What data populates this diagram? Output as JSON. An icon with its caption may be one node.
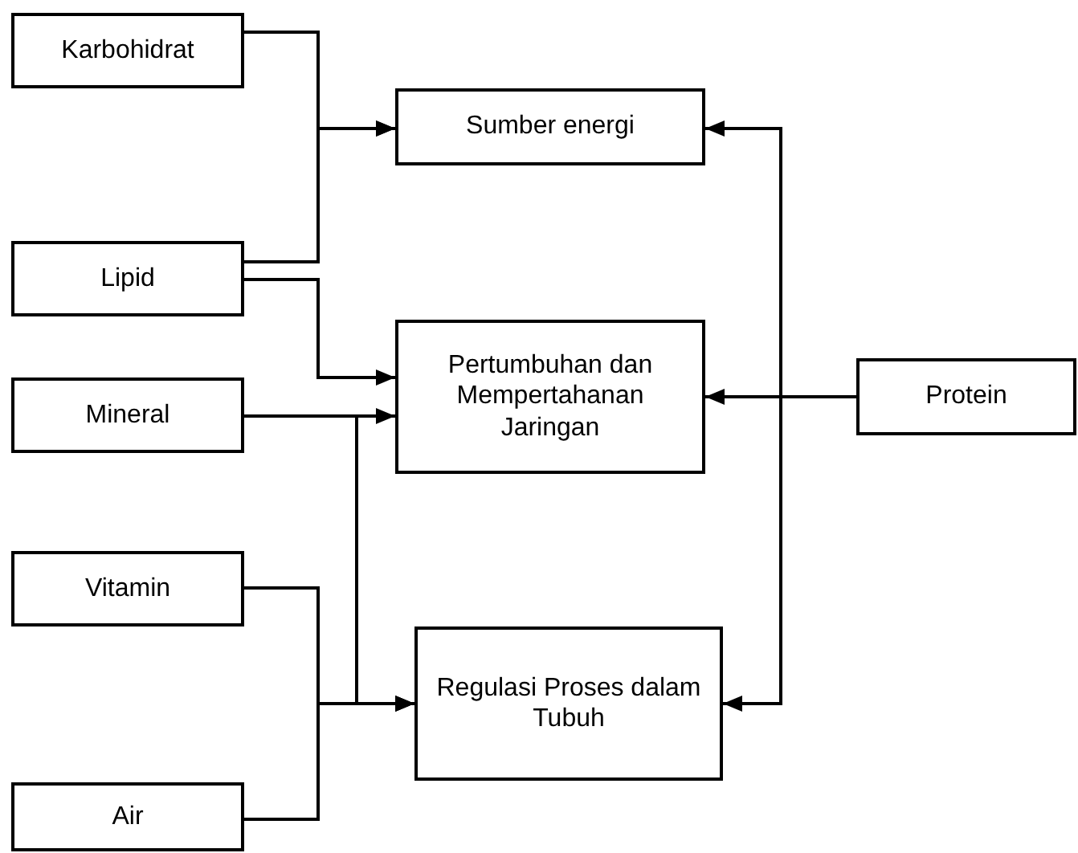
{
  "diagram": {
    "nodes": [
      {
        "text": [
          "Karbohidrat"
        ]
      },
      {
        "text": [
          "Sumber energi"
        ]
      },
      {
        "text": [
          "Lipid"
        ]
      },
      {
        "text": [
          "Pertumbuhan dan Mempertahanan Jaringan"
        ]
      },
      {
        "text": [
          "Mineral"
        ]
      },
      {
        "text": [
          "Protein"
        ]
      },
      {
        "text": [
          "Vitamin"
        ]
      },
      {
        "text": [
          "Regulasi Proses dalam Tubuh"
        ]
      },
      {
        "text": [
          "Air"
        ]
      }
    ],
    "edges": [
      {
        "from": 0,
        "to": 1,
        "arrow": "to"
      },
      {
        "from": 2,
        "to": 1,
        "arrow": "to"
      },
      {
        "from": 2,
        "to": 3,
        "arrow": "to"
      },
      {
        "from": 4,
        "to": 3,
        "arrow": "to"
      },
      {
        "from": 4,
        "to": 7,
        "arrow": "to"
      },
      {
        "from": 6,
        "to": 7,
        "arrow": "to"
      },
      {
        "from": 8,
        "to": 7,
        "arrow": "to"
      },
      {
        "from": 5,
        "to": 1,
        "arrow": "to"
      },
      {
        "from": 5,
        "to": 3,
        "arrow": "to"
      },
      {
        "from": 5,
        "to": 7,
        "arrow": "to"
      }
    ]
  }
}
